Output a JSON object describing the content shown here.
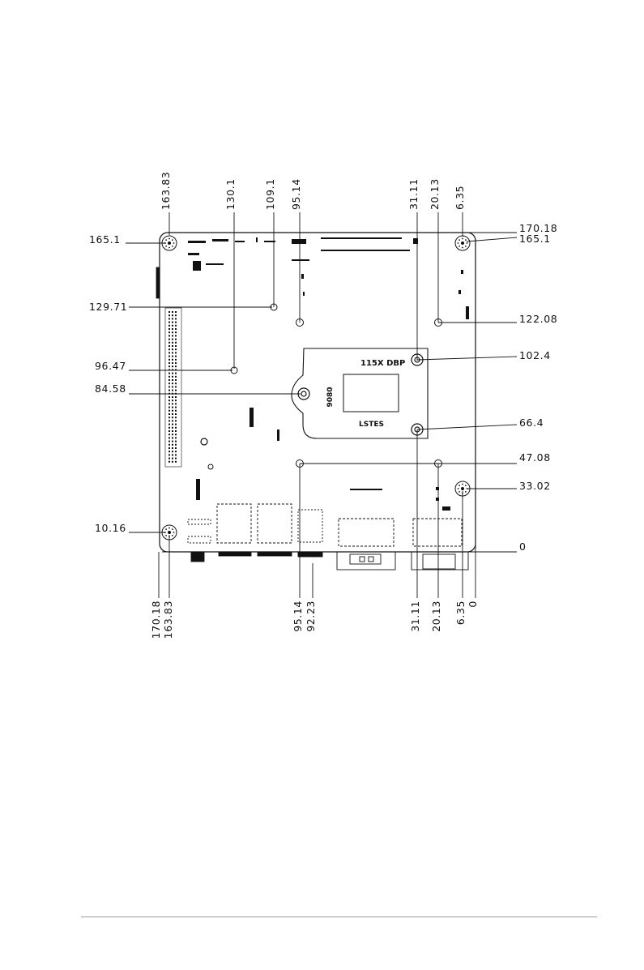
{
  "top_dims": [
    "163.83",
    "130.1",
    "109.1",
    "95.14",
    "31.11",
    "20.13",
    "6.35"
  ],
  "bottom_dims": [
    "170.18",
    "163.83",
    "95.14",
    "92.23",
    "31.11",
    "20.13",
    "6.35",
    "0"
  ],
  "left_dims": [
    "165.1",
    "129.71",
    "96.47",
    "84.58",
    "10.16"
  ],
  "right_dims": [
    "170.18",
    "165.1",
    "122.08",
    "102.4",
    "66.4",
    "47.08",
    "33.02",
    "0"
  ],
  "socket_top_label": "115X DBP",
  "socket_side_label": "9080",
  "socket_bottom_label": "LSTES"
}
